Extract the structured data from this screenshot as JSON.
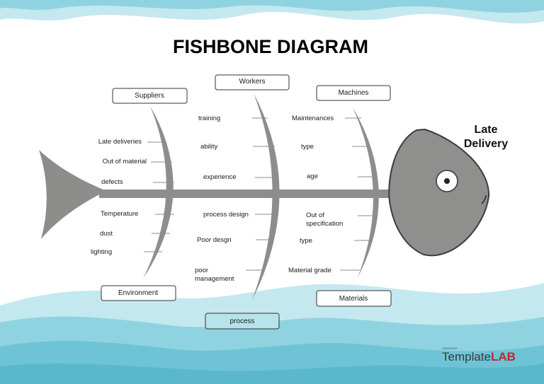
{
  "title": "FISHBONE DIAGRAM",
  "effect": {
    "line1": "Late",
    "line2": "Delivery"
  },
  "categories": {
    "suppliers": "Suppliers",
    "workers": "Workers",
    "machines": "Machines",
    "environment": "Environment",
    "process": "process",
    "materials": "Materials"
  },
  "causes": {
    "suppliers": [
      "Late deliveries",
      "Out of material",
      "defects"
    ],
    "workers": [
      "training",
      "ability",
      "experience"
    ],
    "machines": [
      "Maintenances",
      "type",
      "age"
    ],
    "environment": [
      "Temperature",
      "dust",
      "lighting"
    ],
    "process": [
      "process design",
      "Poor desgn",
      "poor",
      "management"
    ],
    "materials": [
      "Out of",
      "specification",
      "type",
      "Material grade"
    ]
  },
  "logo": {
    "small": "CREATED BY",
    "brand": "Template",
    "brand_accent": "LAB"
  },
  "colors": {
    "bone": "#8d8d8c",
    "head": "#8f8f8e",
    "outline": "#3c3c3c",
    "water_light": "#c4e8ef",
    "water_mid": "#8fd3e0",
    "water_dark": "#5ab7cd",
    "process_box": "#b7e3ec"
  }
}
